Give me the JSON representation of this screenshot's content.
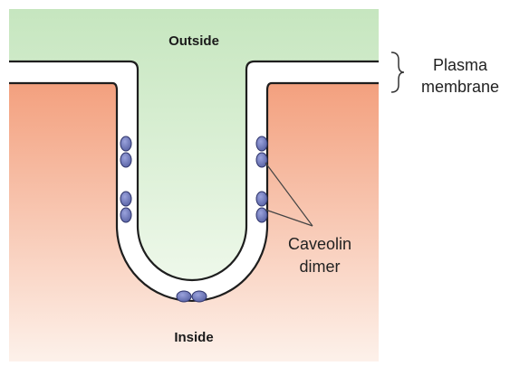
{
  "labels": {
    "outside": "Outside",
    "inside": "Inside",
    "plasma_membrane": [
      "Plasma",
      "membrane"
    ],
    "caveolin_dimer": [
      "Caveolin",
      "dimer"
    ]
  },
  "colors": {
    "outside_top": "#c6e6bf",
    "outside_bottom": "#eef8ea",
    "inside_top": "#f3a07e",
    "inside_bottom": "#fdf1ea",
    "membrane": "#ffffff",
    "membrane_line": "#1e1e1e",
    "caveolin": "#5862a4",
    "caveolin_dark": "#2e346a"
  },
  "icons": {
    "brace": "plasma-membrane-brace-icon",
    "dimer": "caveolin-dimer-icon"
  }
}
